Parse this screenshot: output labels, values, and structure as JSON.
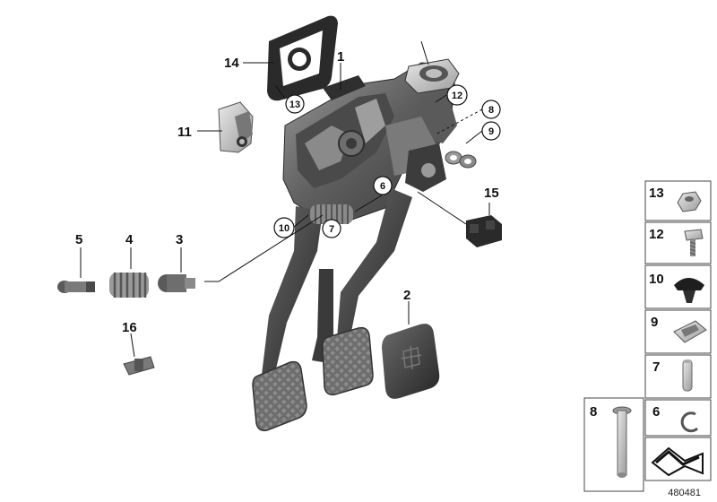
{
  "diagram": {
    "callouts": {
      "c1": "1",
      "c2": "2",
      "c3": "3",
      "c4": "4",
      "c5": "5",
      "c6": "6",
      "c7": "7",
      "c8": "8",
      "c9": "9",
      "c10": "10",
      "c11": "11",
      "c12": "12",
      "c13": "13",
      "c14": "14",
      "c15": "15",
      "c16": "16"
    },
    "legend": {
      "l13": "13",
      "l12": "12",
      "l10": "10",
      "l9": "9",
      "l7": "7",
      "l8": "8",
      "l6": "6"
    },
    "catalog_number": "480481"
  }
}
